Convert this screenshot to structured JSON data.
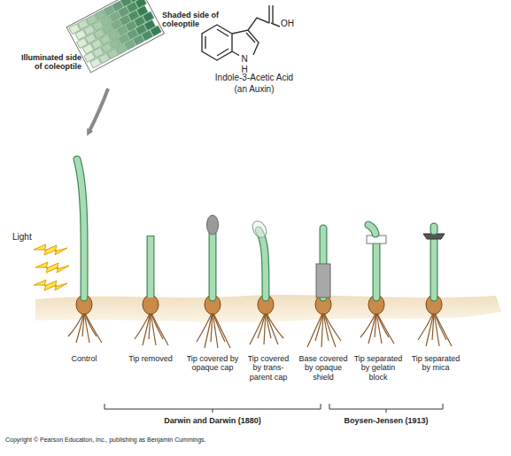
{
  "diagram": {
    "labels": [
      "OH",
      "N",
      "H",
      "Indole-3-Acetic Acid",
      "(an Auxin)",
      "Shaded side of coleoptile",
      "Illuminated side of coleoptile",
      "Light",
      "Control",
      "Tip removed",
      "Tip covered by opaque cap",
      "Tip covered by trans- parent cap",
      "Base covered by opaque shield",
      "Tip separated by gelatin block",
      "Tip separated by mica",
      "Darwin and Darwin (1880)",
      "Boysen-Jensen (1913)",
      "Copyright © Pearson Education, Inc., publishing as Benjamin Cummings."
    ]
  }
}
